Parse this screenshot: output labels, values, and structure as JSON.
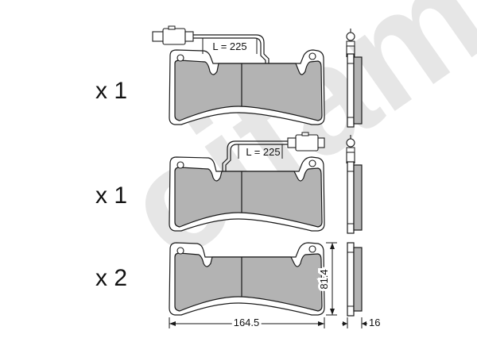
{
  "colors": {
    "pad_fill": "#b3b3b3",
    "outline": "#1a1a1a",
    "watermark": "#e6e6e6",
    "background": "#ffffff"
  },
  "watermark": {
    "text": "cifam"
  },
  "quantities": [
    {
      "label": "x 1"
    },
    {
      "label": "x 1"
    },
    {
      "label": "x 2"
    }
  ],
  "wear_sensors": [
    {
      "length_label": "L = 225"
    },
    {
      "length_label": "L = 225"
    }
  ],
  "dimensions": {
    "width": "164.5",
    "height": "81.4",
    "thickness": "16"
  }
}
